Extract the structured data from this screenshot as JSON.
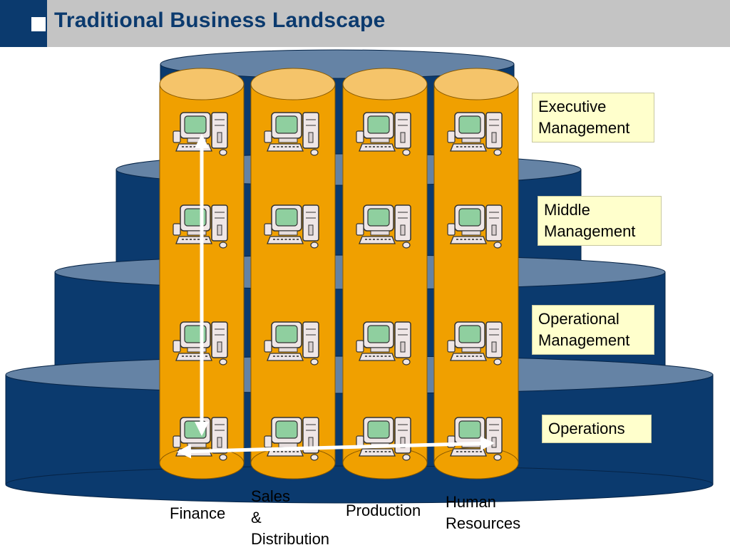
{
  "header": {
    "title": "Traditional Business Landscape"
  },
  "levels": [
    {
      "id": "executive",
      "label": "Executive Management",
      "lines": [
        "Executive",
        "Management"
      ]
    },
    {
      "id": "middle",
      "label": "Middle Management",
      "lines": [
        "Middle",
        "Management"
      ]
    },
    {
      "id": "operational",
      "label": "Operational Management",
      "lines": [
        "Operational",
        "Management"
      ]
    },
    {
      "id": "operations",
      "label": "Operations",
      "lines": [
        "Operations"
      ]
    }
  ],
  "departments": [
    {
      "id": "finance",
      "label": "Finance",
      "lines": [
        "Finance"
      ]
    },
    {
      "id": "sales",
      "label": "Sales & Distribution",
      "lines": [
        "Sales",
        "&",
        "Distribution"
      ]
    },
    {
      "id": "production",
      "label": "Production",
      "lines": [
        "Production"
      ]
    },
    {
      "id": "hr",
      "label": "Human Resources",
      "lines": [
        "Human",
        "Resources"
      ]
    }
  ],
  "icons": {
    "workstation": "computer-workstation-icon",
    "arrow": "double-arrow-icon"
  },
  "colors": {
    "tier_fill": "#0b3a6e",
    "tier_top": "#6583a5",
    "cylinder_body": "#f0a000",
    "cylinder_top": "#f5c46a",
    "monitor_screen": "#8fcf9f",
    "label_bg": "#ffffcc",
    "header_bar": "#c4c4c4",
    "title_color": "#0b3a6e"
  }
}
